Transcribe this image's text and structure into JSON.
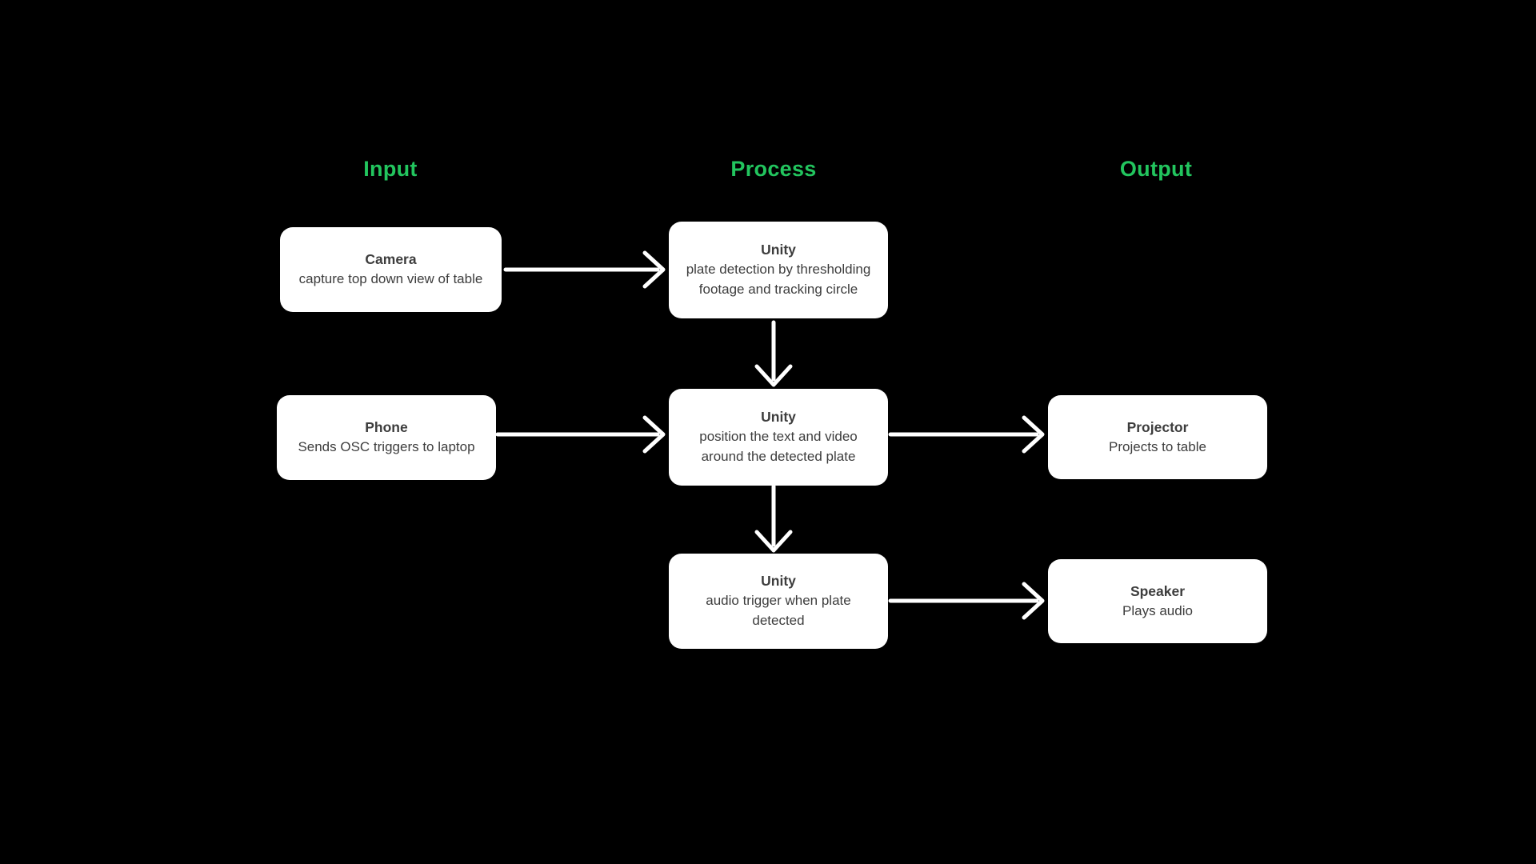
{
  "diagram": {
    "columns": [
      {
        "id": "input",
        "label": "Input"
      },
      {
        "id": "process",
        "label": "Process"
      },
      {
        "id": "output",
        "label": "Output"
      }
    ],
    "nodes": {
      "camera": {
        "column": "input",
        "title": "Camera",
        "subtitle": "capture top down view of table"
      },
      "unity_detect": {
        "column": "process",
        "title": "Unity",
        "subtitle": "plate detection by thresholding footage and tracking circle"
      },
      "phone": {
        "column": "input",
        "title": "Phone",
        "subtitle": "Sends OSC triggers to laptop"
      },
      "unity_position": {
        "column": "process",
        "title": "Unity",
        "subtitle": "position the text and video around the detected plate"
      },
      "projector": {
        "column": "output",
        "title": "Projector",
        "subtitle": "Projects to table"
      },
      "unity_audio": {
        "column": "process",
        "title": "Unity",
        "subtitle": "audio trigger when plate detected"
      },
      "speaker": {
        "column": "output",
        "title": "Speaker",
        "subtitle": "Plays audio"
      }
    },
    "edges": [
      {
        "from": "camera",
        "to": "unity_detect"
      },
      {
        "from": "unity_detect",
        "to": "unity_position"
      },
      {
        "from": "phone",
        "to": "unity_position"
      },
      {
        "from": "unity_position",
        "to": "projector"
      },
      {
        "from": "unity_position",
        "to": "unity_audio"
      },
      {
        "from": "unity_audio",
        "to": "speaker"
      }
    ]
  },
  "colors": {
    "background": "#000000",
    "header_green": "#22c55e",
    "node_bg": "#ffffff",
    "node_text": "#3d3d3d",
    "arrow": "#ffffff"
  }
}
